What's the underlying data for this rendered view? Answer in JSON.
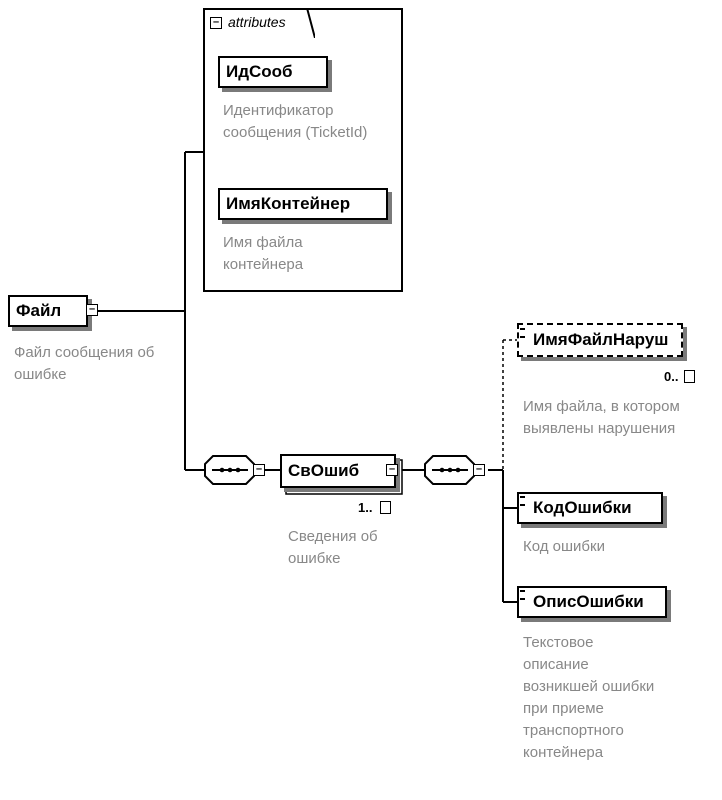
{
  "attributes_group": {
    "title": "attributes",
    "items": [
      {
        "name": "ИдСооб",
        "desc": "Идентификатор сообщения (TicketId)"
      },
      {
        "name": "ИмяКонтейнер",
        "desc": "Имя файла контейнера"
      }
    ]
  },
  "root": {
    "name": "Файл",
    "desc": "Файл сообщения об ошибке"
  },
  "sveosh": {
    "name": "СвОшиб",
    "occurs": "1..",
    "desc": "Сведения об ошибке"
  },
  "children": [
    {
      "name": "ИмяФайлНаруш",
      "occurs": "0..",
      "desc": "Имя файла, в котором выявлены нарушения"
    },
    {
      "name": "КодОшибки",
      "desc": "Код ошибки"
    },
    {
      "name": "ОписОшибки",
      "desc": "Текстовое описание возникшей ошибки при приеме транспортного контейнера"
    }
  ]
}
